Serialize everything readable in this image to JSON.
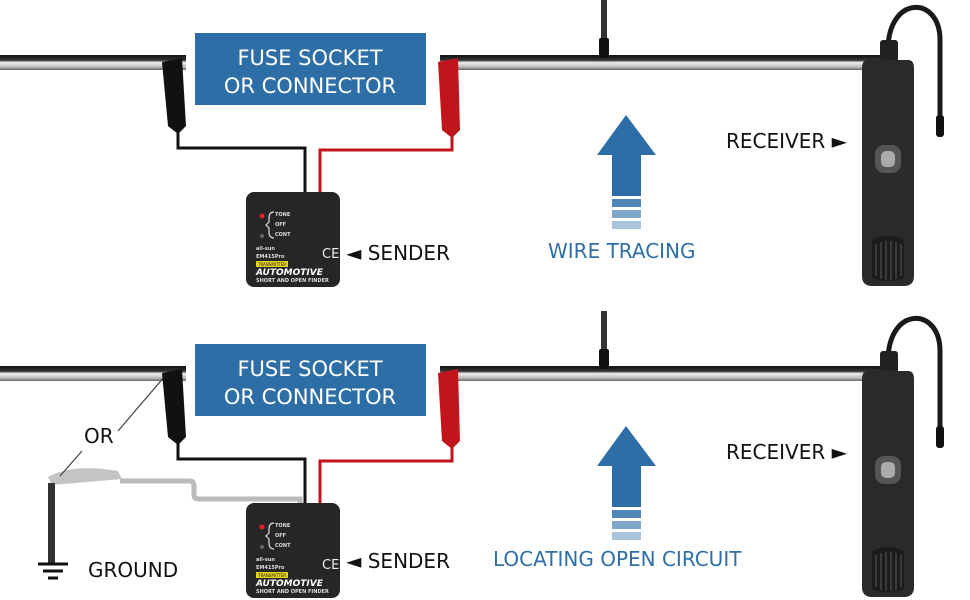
{
  "colors": {
    "accent_blue": "#2d6ea6",
    "label_blue": "#2f6fa8",
    "red_lead": "#c0161b",
    "device": "#262626"
  },
  "panels": [
    {
      "connector_box": {
        "line1": "FUSE SOCKET",
        "line2": "OR CONNECTOR"
      },
      "sender_label": "◄ SENDER",
      "receiver_label": "RECEIVER ►",
      "caption": "WIRE TRACING"
    },
    {
      "connector_box": {
        "line1": "FUSE SOCKET",
        "line2": "OR CONNECTOR"
      },
      "sender_label": "◄ SENDER",
      "receiver_label": "RECEIVER ►",
      "caption": "LOCATING OPEN CIRCUIT",
      "or_label": "OR",
      "ground_label": "GROUND"
    }
  ],
  "sender_device": {
    "switch_labels": [
      "TONE",
      "OFF",
      "CONT"
    ],
    "brand": "all-sun",
    "model": "EM415Pro",
    "badge": "TRANSMITTER",
    "title": "AUTOMOTIVE",
    "subtitle": "SHORT AND OPEN FINDER",
    "mark": "CE"
  },
  "icons": [
    "alligator-clip-black",
    "alligator-clip-red",
    "arrow-up",
    "ground-symbol",
    "receiver-probe",
    "sender-transmitter"
  ]
}
